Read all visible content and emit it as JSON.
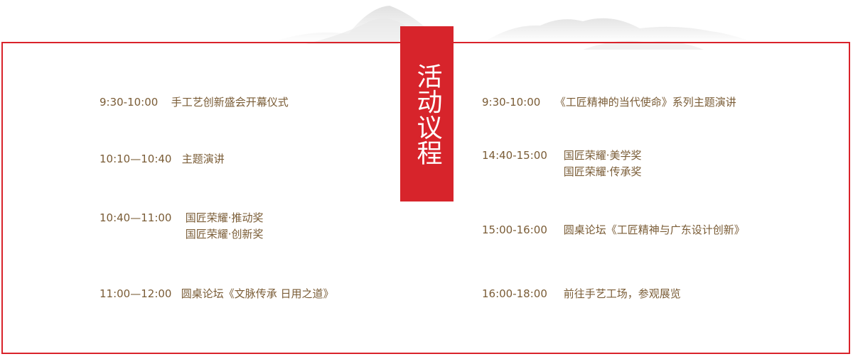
{
  "title": "活动议程",
  "left": [
    {
      "time": "9:30-10:00",
      "lines": [
        "手工艺创新盛会开幕仪式"
      ]
    },
    {
      "time": "10:10—10:40",
      "lines": [
        "主题演讲"
      ]
    },
    {
      "time": "10:40—11:00",
      "lines": [
        "国匠荣耀·推动奖",
        "国匠荣耀·创新奖"
      ]
    },
    {
      "time": "11:00—12:00",
      "lines": [
        "圆桌论坛《文脉传承 日用之道》"
      ]
    }
  ],
  "right": [
    {
      "time": "9:30-10:00",
      "lines": [
        "《工匠精神的当代使命》系列主题演讲"
      ]
    },
    {
      "time": "14:40-15:00",
      "lines": [
        "国匠荣耀·美学奖",
        "国匠荣耀·传承奖"
      ]
    },
    {
      "time": "15:00-16:00",
      "lines": [
        "圆桌论坛《工匠精神与广东设计创新》"
      ]
    },
    {
      "time": "16:00-18:00",
      "lines": [
        "前往手艺工场，参观展览"
      ]
    }
  ],
  "colors": {
    "accent": "#d7242b",
    "text": "#7a5c36"
  }
}
